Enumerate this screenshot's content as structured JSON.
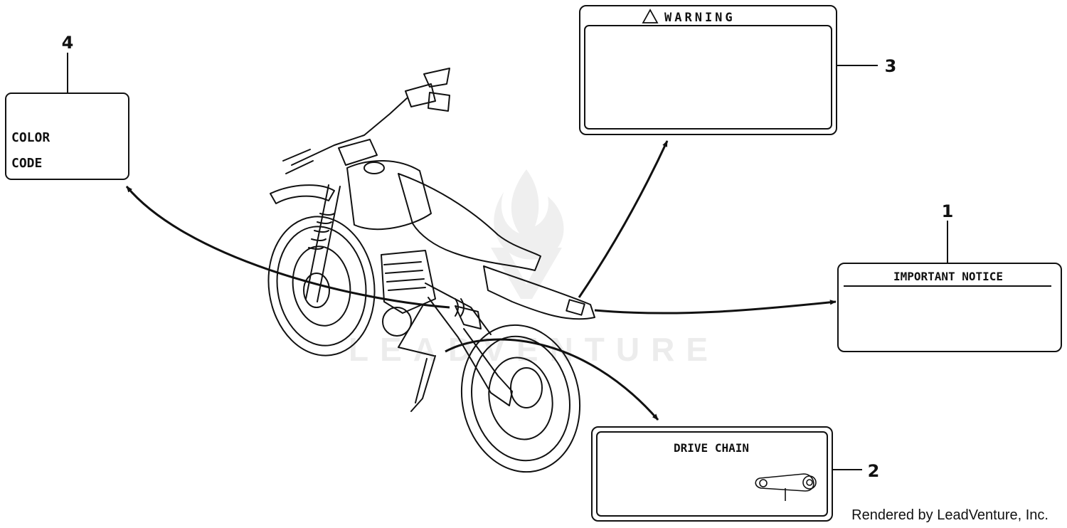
{
  "watermark": {
    "text": "LEADVENTURE"
  },
  "credit": "Rendered by LeadVenture, Inc.",
  "callouts": [
    {
      "number": "1",
      "label": "IMPORTANT NOTICE"
    },
    {
      "number": "2",
      "label": "DRIVE CHAIN"
    },
    {
      "number": "3",
      "label": "WARNING"
    },
    {
      "number": "4",
      "label_lines": [
        "COLOR",
        "CODE"
      ]
    }
  ]
}
